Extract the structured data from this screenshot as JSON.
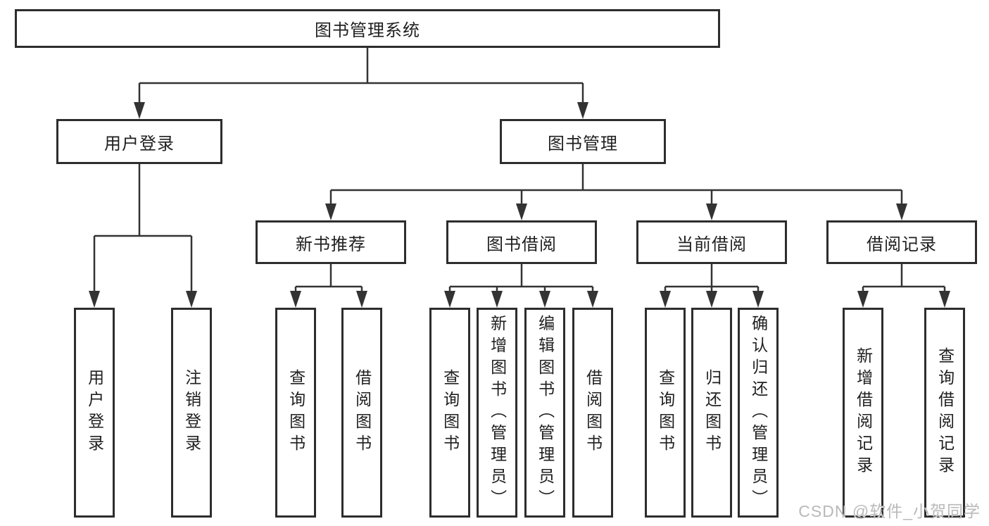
{
  "diagram_type": "hierarchy-tree",
  "tree": {
    "label": "图书管理系统",
    "children": [
      {
        "label": "用户登录",
        "children": [
          {
            "label": "用户登录"
          },
          {
            "label": "注销登录"
          }
        ]
      },
      {
        "label": "图书管理",
        "children": [
          {
            "label": "新书推荐",
            "children": [
              {
                "label": "查询图书"
              },
              {
                "label": "借阅图书"
              }
            ]
          },
          {
            "label": "图书借阅",
            "children": [
              {
                "label": "查询图书"
              },
              {
                "label": "新增图书（管理员）"
              },
              {
                "label": "编辑图书（管理员）"
              },
              {
                "label": "借阅图书"
              }
            ]
          },
          {
            "label": "当前借阅",
            "children": [
              {
                "label": "查询图书"
              },
              {
                "label": "归还图书"
              },
              {
                "label": "确认归还（管理员）"
              }
            ]
          },
          {
            "label": "借阅记录",
            "children": [
              {
                "label": "新增借阅记录"
              },
              {
                "label": "查询借阅记录"
              }
            ]
          }
        ]
      }
    ]
  },
  "watermark": {
    "text": "CSDN @软件_小贺同学"
  },
  "colors": {
    "line": "#333333",
    "box_border": "#2d2d2d",
    "text": "#1f1f1f",
    "watermark": "#b9b9b9",
    "background": "#ffffff"
  }
}
